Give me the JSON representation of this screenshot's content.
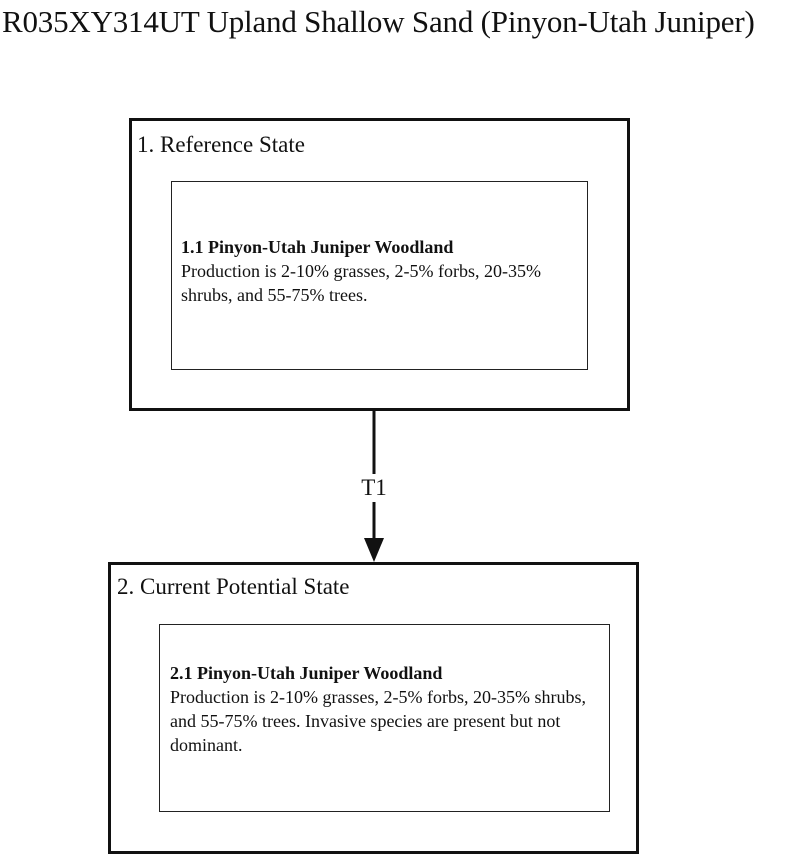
{
  "title": "R035XY314UT Upland Shallow Sand (Pinyon-Utah Juniper)",
  "states": [
    {
      "label": "1. Reference State",
      "community": {
        "name": "1.1 Pinyon-Utah Juniper Woodland",
        "description": "Production is 2-10% grasses, 2-5% forbs, 20-35% shrubs, and 55-75% trees."
      }
    },
    {
      "label": "2. Current Potential State",
      "community": {
        "name": "2.1 Pinyon-Utah Juniper Woodland",
        "description": "Production is 2-10% grasses, 2-5% forbs, 20-35% shrubs, and 55-75% trees. Invasive species are present but not dominant."
      }
    }
  ],
  "transitions": [
    {
      "label": "T1"
    }
  ]
}
